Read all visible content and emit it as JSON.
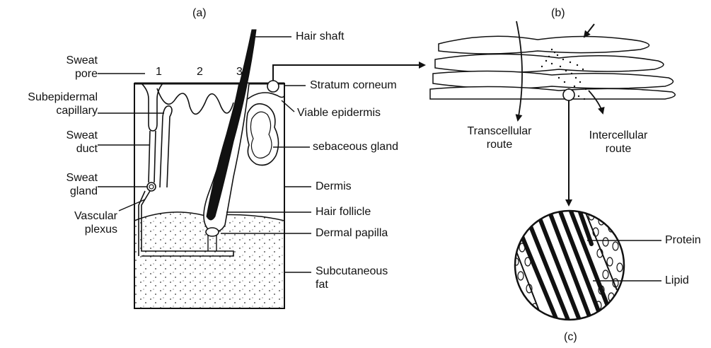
{
  "panels": {
    "a": "(a)",
    "b": "(b)",
    "c": "(c)"
  },
  "skin": {
    "pore_numbers": [
      "1",
      "2",
      "3"
    ],
    "left_labels": {
      "sweat_pore": [
        "Sweat",
        "pore"
      ],
      "subepidermal_capillary": [
        "Subepidermal",
        "capillary"
      ],
      "sweat_duct": [
        "Sweat",
        "duct"
      ],
      "sweat_gland": [
        "Sweat",
        "gland"
      ],
      "vascular_plexus": [
        "Vascular",
        "plexus"
      ]
    },
    "right_labels": {
      "hair_shaft": "Hair shaft",
      "stratum_corneum": "Stratum corneum",
      "viable_epidermis": "Viable epidermis",
      "sebaceous_gland": "sebaceous gland",
      "dermis": "Dermis",
      "hair_follicle": "Hair follicle",
      "dermal_papilla": "Dermal papilla",
      "subcutaneous_fat": [
        "Subcutaneous",
        "fat"
      ]
    }
  },
  "routes": {
    "transcellular": [
      "Transcellular",
      "route"
    ],
    "intercellular": [
      "Intercellular",
      "route"
    ]
  },
  "lipid_zoom": {
    "protein": "Protein",
    "lipid": "Lipid"
  },
  "colors": {
    "ink": "#111111",
    "paper": "#ffffff"
  }
}
